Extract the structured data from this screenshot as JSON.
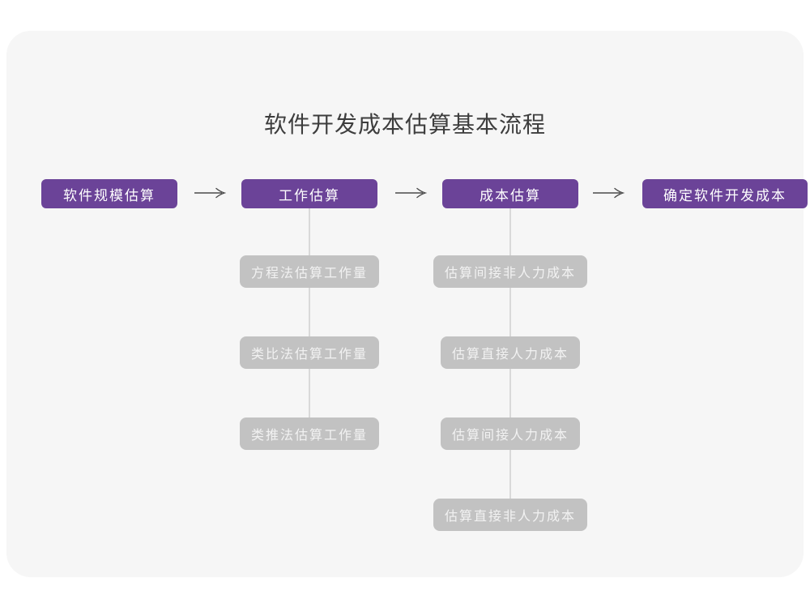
{
  "title": "软件开发成本估算基本流程",
  "flow": {
    "stages": [
      {
        "label": "软件规模估算"
      },
      {
        "label": "工作估算"
      },
      {
        "label": "成本估算"
      },
      {
        "label": "确定软件开发成本"
      }
    ],
    "work_methods": [
      "方程法估算工作量",
      "类比法估算工作量",
      "类推法估算工作量"
    ],
    "cost_items": [
      "估算间接非人力成本",
      "估算直接人力成本",
      "估算间接人力成本",
      "估算直接非人力成本"
    ]
  },
  "colors": {
    "card_bg": "#f6f6f6",
    "title_text": "#3d3d3d",
    "stage_bg": "#6b4398",
    "stage_text": "#ffffff",
    "sub_bg": "#c2c2c2",
    "sub_text": "#f2f2f2",
    "connector": "#d9d9d9",
    "arrow": "#4a4a4a"
  }
}
